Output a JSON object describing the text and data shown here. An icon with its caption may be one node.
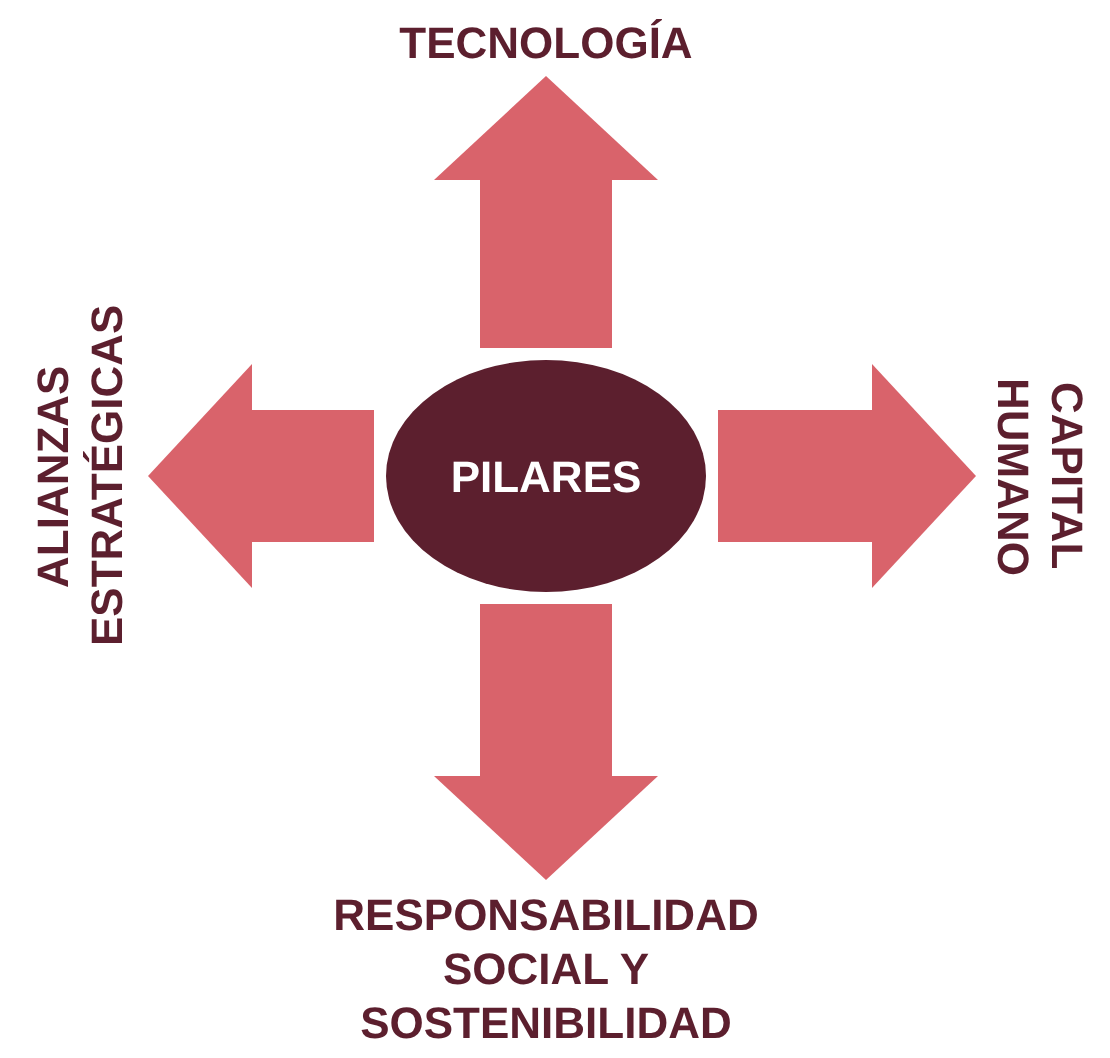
{
  "diagram": {
    "nodes": [
      {
        "text": [
          "TECNOLOGÍA"
        ]
      },
      {
        "text": [
          "ALIANZAS ESTRATÉGICAS"
        ]
      },
      {
        "text": [
          "PILARES"
        ]
      },
      {
        "text": [
          "CAPITAL HUMANO"
        ]
      },
      {
        "text": [
          "RESPONSABILIDAD SOCIAL Y SOSTENIBILIDAD"
        ]
      }
    ],
    "edges": [
      {
        "from": 2,
        "to": 0,
        "arrow": "to"
      },
      {
        "from": 2,
        "to": 3,
        "arrow": "to"
      },
      {
        "from": 2,
        "to": 4,
        "arrow": "to"
      },
      {
        "from": 2,
        "to": 1,
        "arrow": "to"
      }
    ]
  }
}
